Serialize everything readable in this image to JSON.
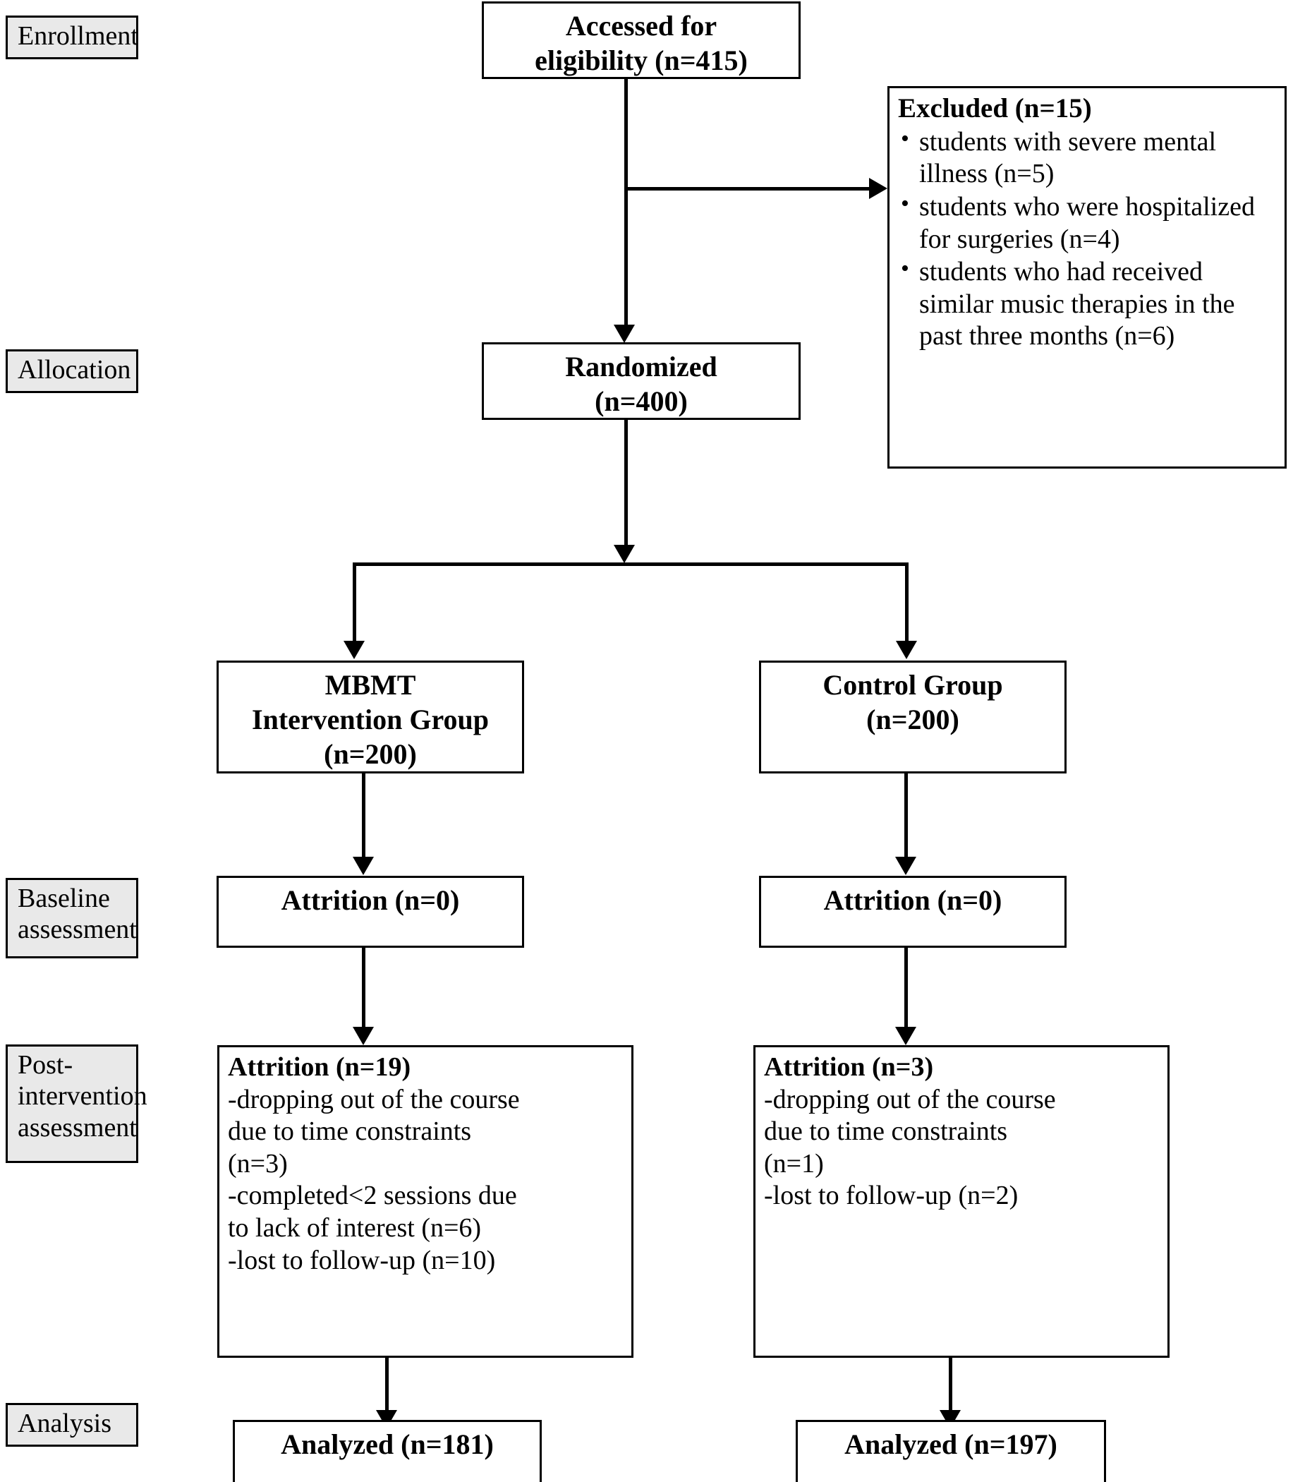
{
  "diagram": {
    "title": "CONSORT participant flow diagram",
    "stages": [
      {
        "id": "enrollment",
        "label": "Enrollment"
      },
      {
        "id": "allocation",
        "label": "Allocation"
      },
      {
        "id": "baseline",
        "label": "Baseline\nassessment"
      },
      {
        "id": "post",
        "label": "Post-\nintervention\nassessment"
      },
      {
        "id": "analysis",
        "label": "Analysis"
      }
    ],
    "nodes": {
      "assessed": {
        "line1": "Accessed for",
        "line2": "eligibility (n=415)"
      },
      "excluded": {
        "title": "Excluded (n=15)",
        "items": [
          "students with severe mental illness (n=5)",
          "students who were hospitalized for surgeries (n=4)",
          "students who had received similar music therapies in the past three months (n=6)"
        ]
      },
      "randomized": {
        "line1": "Randomized",
        "line2": "(n=400)"
      },
      "intervention_group": {
        "line1": "MBMT",
        "line2": "Intervention Group",
        "line3": "(n=200)"
      },
      "control_group": {
        "line1": "Control Group",
        "line2": "(n=200)"
      },
      "attrition_baseline_left": {
        "header": "Attrition (n=0)"
      },
      "attrition_baseline_right": {
        "header": "Attrition (n=0)"
      },
      "attrition_post_left": {
        "header": "Attrition (n=19)",
        "line1": "-dropping out of the course",
        "line2": "due to time constraints",
        "line3": "(n=3)",
        "line4": "-completed<2 sessions due",
        "line5": "to lack of interest (n=6)",
        "line6": "-lost to follow-up (n=10)"
      },
      "attrition_post_right": {
        "header": "Attrition (n=3)",
        "line1": "-dropping out of the course",
        "line2": "due to time constraints",
        "line3": "(n=1)",
        "line4": "-lost to follow-up (n=2)"
      },
      "analyzed_left": {
        "header": "Analyzed (n=181)"
      },
      "analyzed_right": {
        "header": "Analyzed (n=197)"
      }
    },
    "colors": {
      "stage_label_fill": "#e9e9e9",
      "node_fill": "#ffffff",
      "stroke": "#000000",
      "text": "#000000"
    }
  }
}
